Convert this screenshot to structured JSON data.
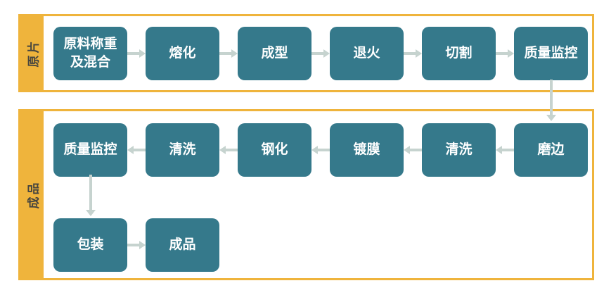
{
  "diagram": {
    "type": "flowchart",
    "description": "Glass production process flow with two swim lanes",
    "lanes": [
      {
        "id": "raw-sheet",
        "label": "原片",
        "flow_direction": "left-to-right",
        "steps": [
          "原料称重及混合",
          "熔化",
          "成型",
          "退火",
          "切割",
          "质量监控"
        ]
      },
      {
        "id": "finished-product",
        "label": "成品",
        "rows": [
          {
            "flow_direction": "right-to-left",
            "steps": [
              "磨边",
              "清洗",
              "镀膜",
              "钢化",
              "清洗",
              "质量监控"
            ]
          },
          {
            "flow_direction": "left-to-right",
            "steps": [
              "包装",
              "成品"
            ]
          }
        ]
      }
    ],
    "connections": [
      {
        "from": "质量监控 (原片)",
        "to": "磨边",
        "direction": "down"
      },
      {
        "from": "质量监控 (成品)",
        "to": "包装",
        "direction": "down"
      }
    ],
    "colors": {
      "lane_border": "#EFB43C",
      "lane_label_bg": "#EFB43C",
      "lane_label_text": "#46453F",
      "box_fill": "#35798B",
      "box_text": "#FFFFFF",
      "arrow": "#C6D3CF",
      "background": "#FFFFFF"
    }
  }
}
